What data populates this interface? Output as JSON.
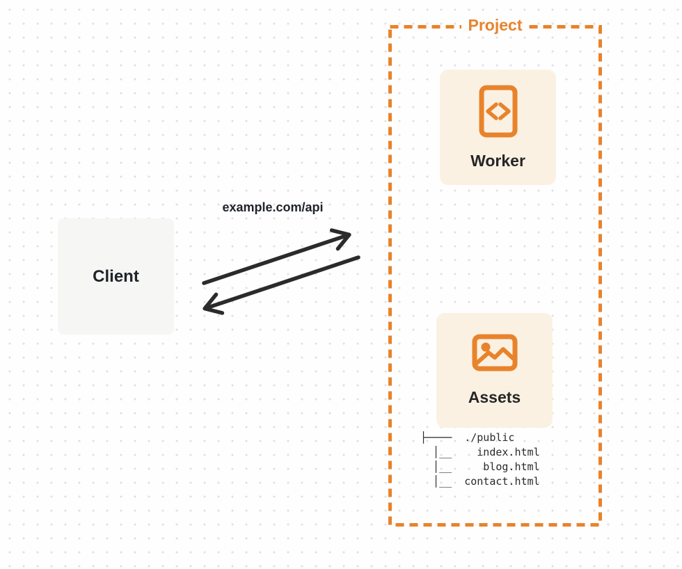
{
  "colors": {
    "accent_orange": "#E8832B",
    "card_background": "#FBF1E3",
    "client_background": "#F6F6F5",
    "ink": "#262626",
    "dot_grid": "#E1E1E0"
  },
  "client": {
    "label": "Client"
  },
  "request": {
    "label": "example.com/api",
    "arrows": [
      "client-to-project-arrow",
      "project-to-client-arrow"
    ]
  },
  "project": {
    "label": "Project",
    "worker": {
      "label": "Worker",
      "icon": "code-file-icon"
    },
    "assets": {
      "label": "Assets",
      "icon": "image-icon",
      "file_tree": {
        "root": "./public",
        "files": [
          "index.html",
          "blog.html",
          "contact.html"
        ],
        "text": "├────  ./public\n  │__    index.html\n  │__     blog.html\n  │__  contact.html"
      }
    }
  }
}
